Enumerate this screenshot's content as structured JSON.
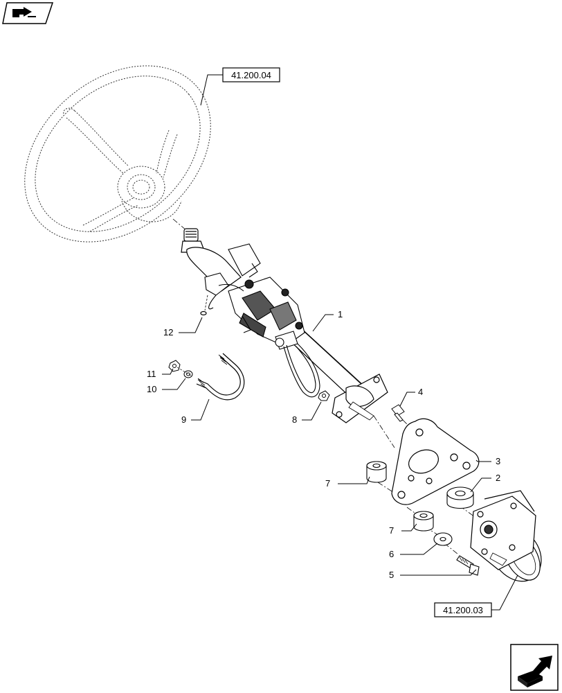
{
  "references": {
    "steering_wheel": "41.200.04",
    "steering_unit": "41.200.03"
  },
  "callouts": [
    "1",
    "2",
    "3",
    "4",
    "5",
    "6",
    "7",
    "7",
    "8",
    "9",
    "10",
    "11",
    "12"
  ],
  "icons": {
    "top_left": "book-arrow-icon",
    "bottom_right": "next-page-arrow-icon"
  }
}
